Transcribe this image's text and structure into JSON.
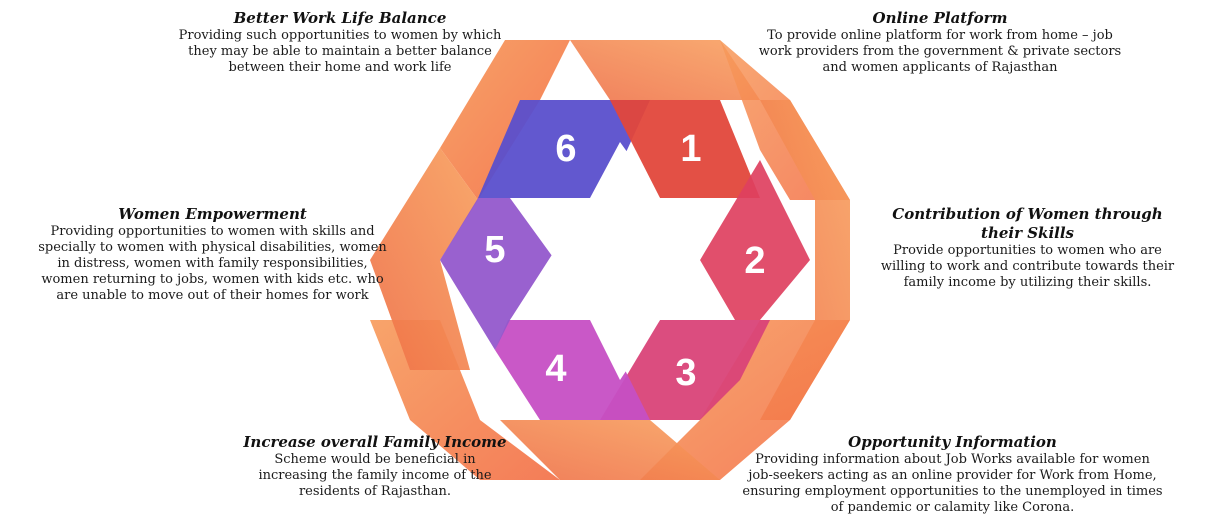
{
  "segments": [
    {
      "number": "1",
      "title": "Online Platform",
      "lines": [
        "To provide online platform for work from home – job",
        "work providers from the government & private sectors",
        "and women applicants of Rajasthan"
      ]
    },
    {
      "number": "2",
      "title_lines": [
        "Contribution of Women through",
        "their Skills"
      ],
      "lines": [
        "Provide opportunities to women who are",
        "willing to work and contribute towards their",
        "family income by utilizing their skills."
      ]
    },
    {
      "number": "3",
      "title": "Opportunity Information",
      "lines": [
        "Providing information about Job Works available for women",
        "job-seekers acting as an online provider for Work from Home,",
        "ensuring employment opportunities to the unemployed in times",
        "of pandemic or calamity like Corona."
      ]
    },
    {
      "number": "4",
      "title": "Increase overall Family Income",
      "lines": [
        "Scheme would be beneficial in",
        "increasing the family income of the",
        "residents of Rajasthan."
      ]
    },
    {
      "number": "5",
      "title": "Women Empowerment",
      "lines": [
        "Providing opportunities to women with skills and",
        "specially to women with physical disabilities, women",
        "in distress, women with family responsibilities,",
        "women returning to jobs, women with kids etc. who",
        "are unable to move out of their homes for work"
      ]
    },
    {
      "number": "6",
      "title": "Better Work Life Balance",
      "lines": [
        "Providing such opportunities to women by which",
        "they may be able to maintain a better balance",
        "between their home and work life"
      ]
    }
  ],
  "colors": {
    "ribbon_orange": "#f58a4e",
    "ribbon_orange_dark": "#f06a40",
    "seg1": "#e2473b",
    "seg2": "#de4060",
    "seg3": "#d94378",
    "seg4": "#c64fc4",
    "seg5": "#9358cc",
    "seg6": "#5a4fcc"
  }
}
